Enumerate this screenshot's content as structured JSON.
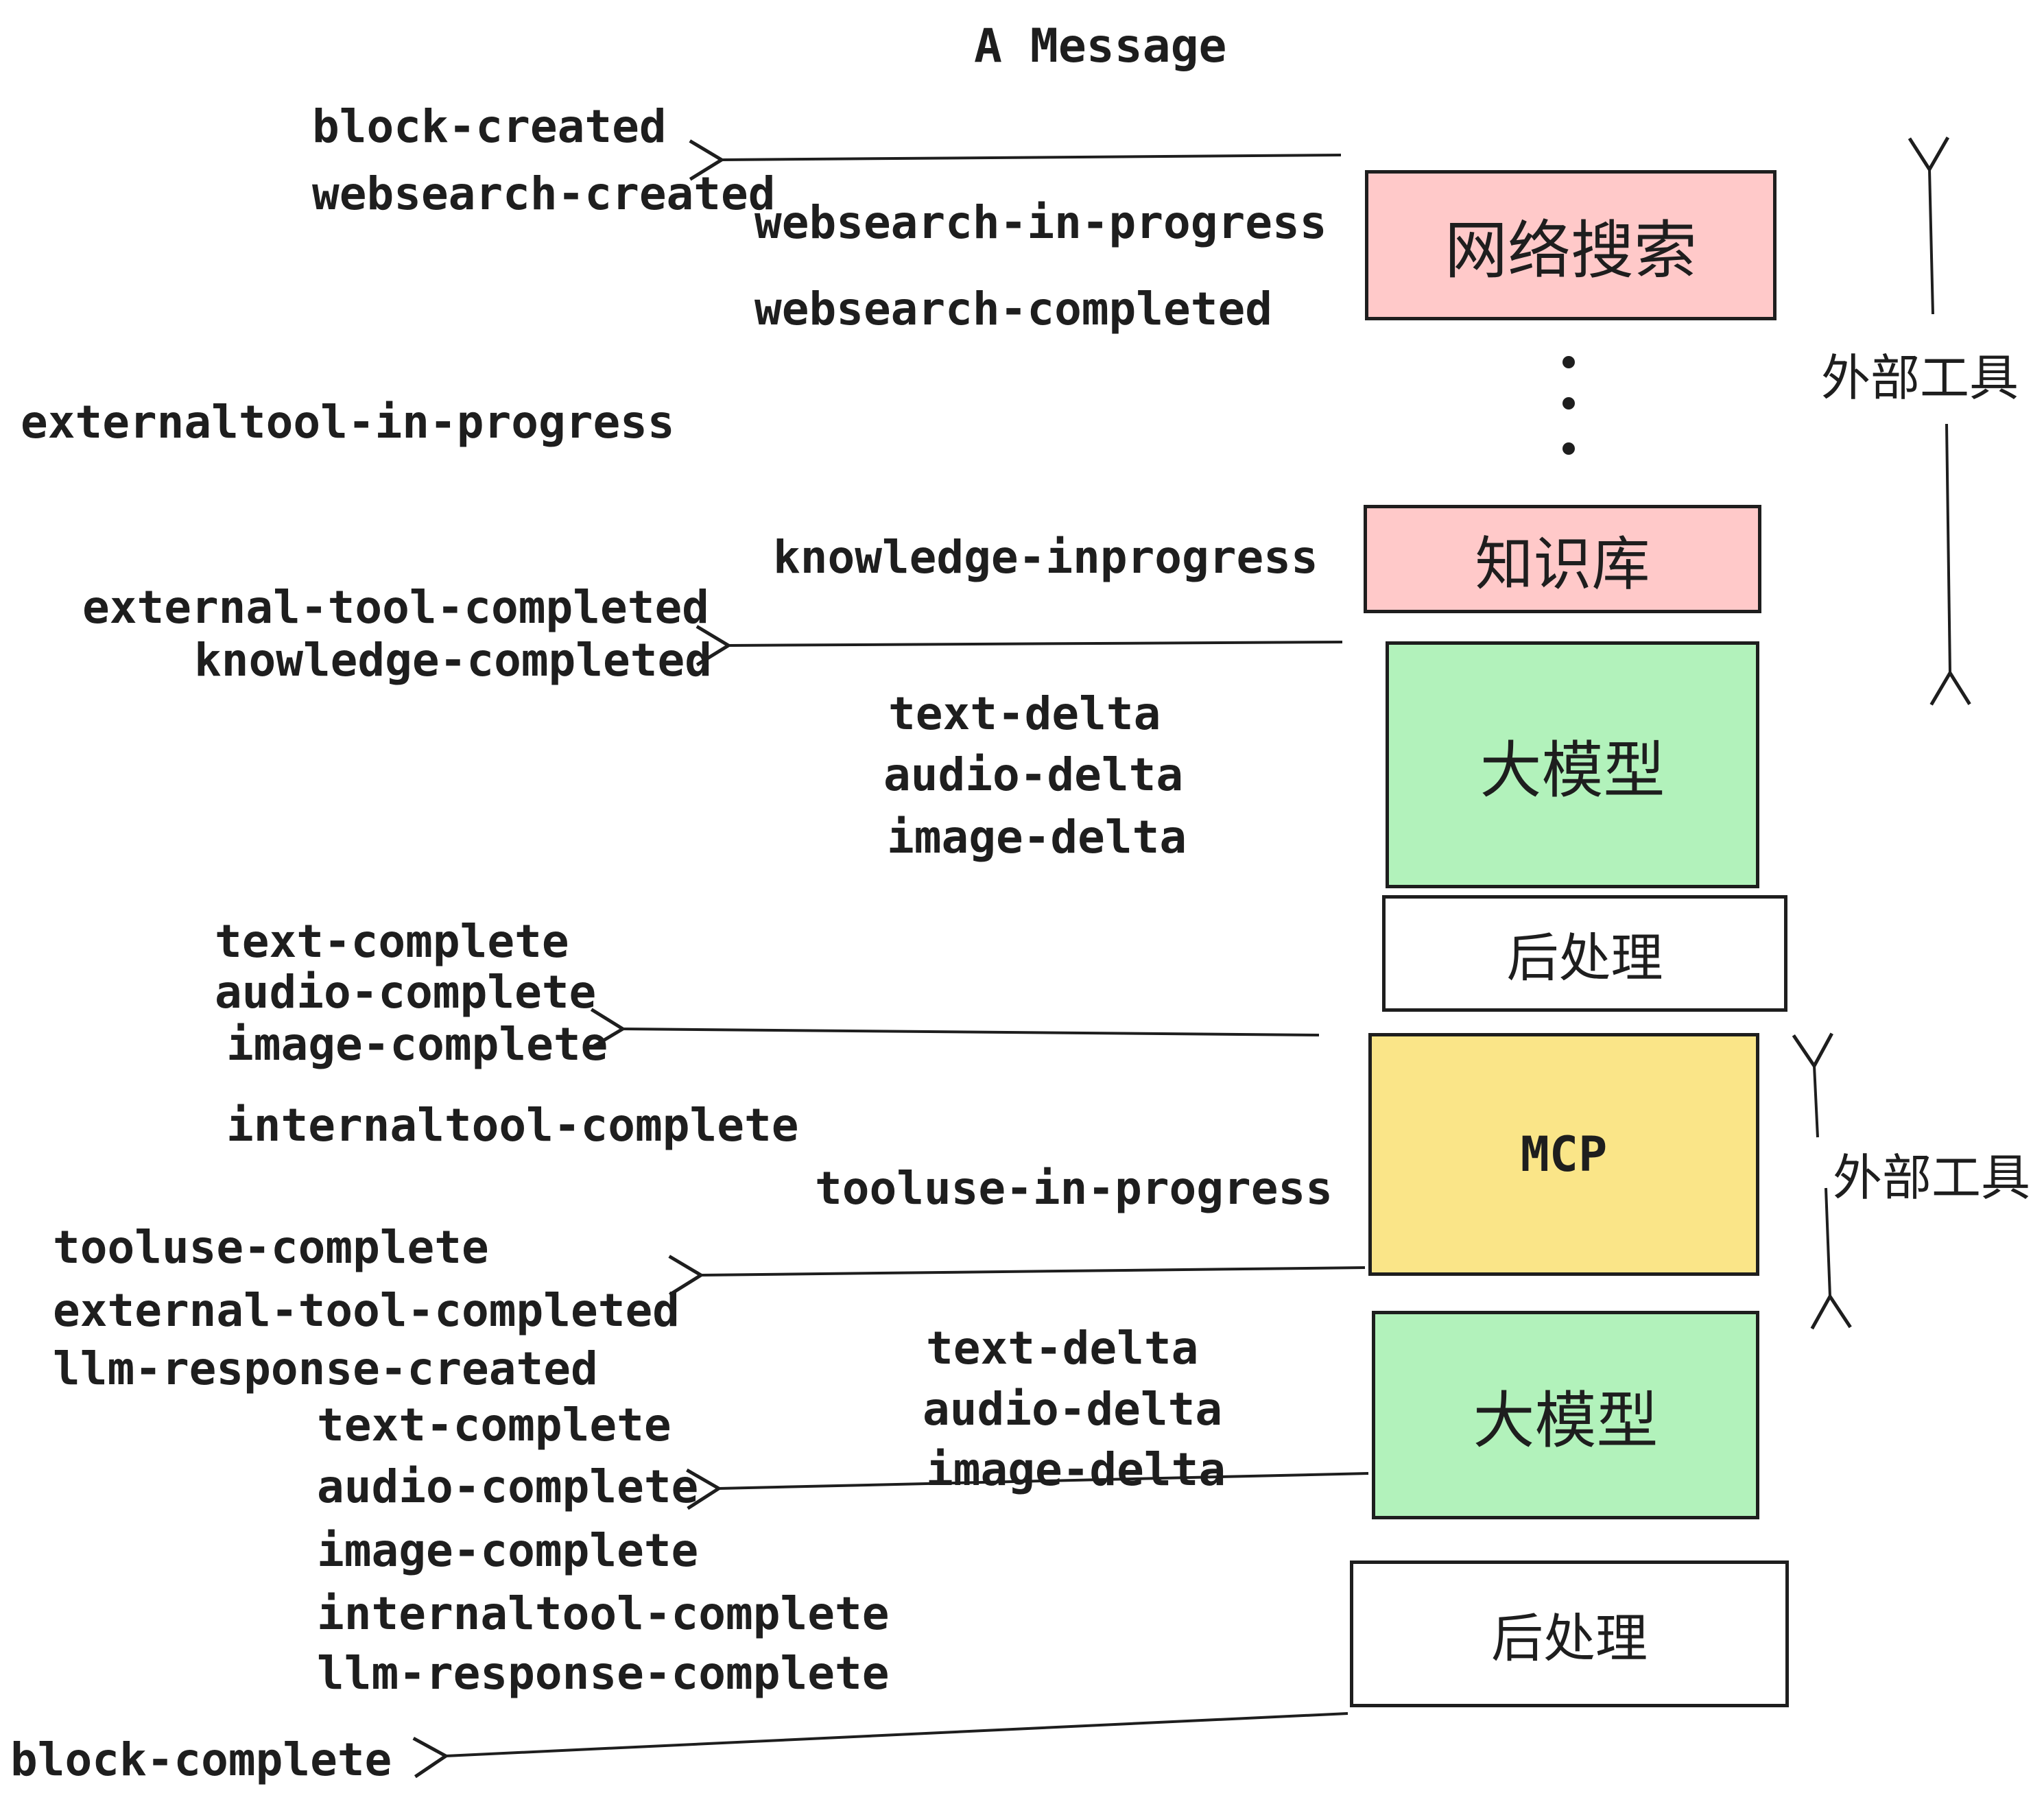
{
  "title": "A Message",
  "colors": {
    "ink": "#1e1e1e",
    "pink": "#ffc9c9",
    "green": "#b2f2bb",
    "yellow": "#fae588",
    "white": "#ffffff"
  },
  "boxes": [
    {
      "id": "websearch",
      "label": "网络搜索",
      "fill": "#ffc9c9"
    },
    {
      "id": "knowledge",
      "label": "知识库",
      "fill": "#ffc9c9"
    },
    {
      "id": "llm-1",
      "label": "大模型",
      "fill": "#b2f2bb"
    },
    {
      "id": "postprocess-1",
      "label": "后处理",
      "fill": "#ffffff"
    },
    {
      "id": "mcp",
      "label": "MCP",
      "fill": "#fae588"
    },
    {
      "id": "llm-2",
      "label": "大模型",
      "fill": "#b2f2bb"
    },
    {
      "id": "postprocess-2",
      "label": "后处理",
      "fill": "#ffffff"
    }
  ],
  "side_labels": [
    {
      "text": "外部工具"
    },
    {
      "text": "外部工具"
    }
  ],
  "events": [
    {
      "id": "block-created",
      "text": "block-created"
    },
    {
      "id": "websearch-created",
      "text": "websearch-created"
    },
    {
      "id": "websearch-in-progress",
      "text": "websearch-in-progress"
    },
    {
      "id": "websearch-completed",
      "text": "websearch-completed"
    },
    {
      "id": "externaltool-in-progress",
      "text": "externaltool-in-progress"
    },
    {
      "id": "knowledge-inprogress",
      "text": "knowledge-inprogress"
    },
    {
      "id": "external-tool-completed-1",
      "text": "external-tool-completed"
    },
    {
      "id": "knowledge-completed",
      "text": "knowledge-completed"
    },
    {
      "id": "text-delta-1",
      "text": "text-delta"
    },
    {
      "id": "audio-delta-1",
      "text": "audio-delta"
    },
    {
      "id": "image-delta-1",
      "text": "image-delta"
    },
    {
      "id": "text-complete-1",
      "text": "text-complete"
    },
    {
      "id": "audio-complete-1",
      "text": "audio-complete"
    },
    {
      "id": "image-complete-1",
      "text": "image-complete"
    },
    {
      "id": "internaltool-complete-1",
      "text": "internaltool-complete"
    },
    {
      "id": "tooluse-in-progress",
      "text": "tooluse-in-progress"
    },
    {
      "id": "tooluse-complete",
      "text": "tooluse-complete"
    },
    {
      "id": "external-tool-completed-2",
      "text": "external-tool-completed"
    },
    {
      "id": "llm-response-created",
      "text": "llm-response-created"
    },
    {
      "id": "text-delta-2",
      "text": "text-delta"
    },
    {
      "id": "audio-delta-2",
      "text": "audio-delta"
    },
    {
      "id": "image-delta-2",
      "text": "image-delta"
    },
    {
      "id": "text-complete-2",
      "text": "text-complete"
    },
    {
      "id": "audio-complete-2",
      "text": "audio-complete"
    },
    {
      "id": "image-complete-2",
      "text": "image-complete"
    },
    {
      "id": "internaltool-complete-2",
      "text": "internaltool-complete"
    },
    {
      "id": "llm-response-complete",
      "text": "llm-response-complete"
    },
    {
      "id": "block-complete",
      "text": "block-complete"
    }
  ]
}
